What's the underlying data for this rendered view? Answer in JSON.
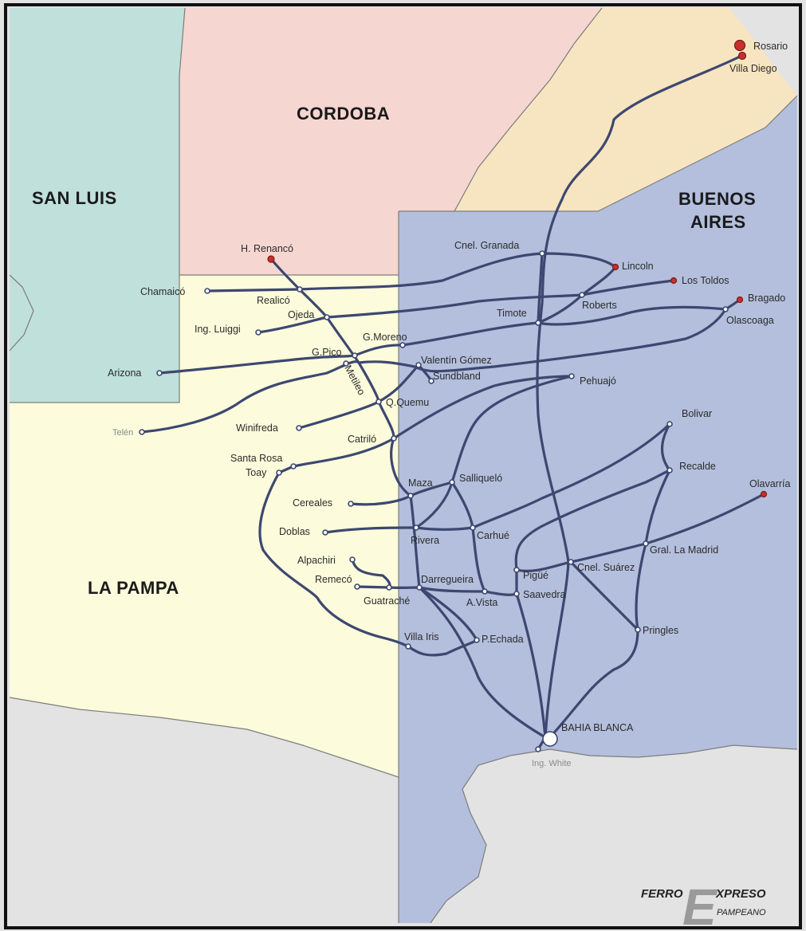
{
  "map": {
    "provinces": {
      "san_luis": "SAN LUIS",
      "cordoba": "CORDOBA",
      "buenos_aires_1": "BUENOS",
      "buenos_aires_2": "AIRES",
      "la_pampa": "LA PAMPA"
    },
    "colors": {
      "san_luis": "#bfe0db",
      "cordoba": "#f6d6d1",
      "santa_fe": "#f7e5c1",
      "buenos_aires": "#b3bfdc",
      "la_pampa": "#fcfcdc",
      "sea_outside": "#e3e3e3",
      "rail": "#3d4770",
      "terminal": "#c9302c"
    },
    "stations": {
      "rosario": "Rosario",
      "villa_diego": "Villa Diego",
      "cnel_granada": "Cnel. Granada",
      "lincoln": "Lincoln",
      "los_toldos": "Los Toldos",
      "bragado": "Bragado",
      "olascoaga": "Olascoaga",
      "roberts": "Roberts",
      "timote": "Timote",
      "h_renanco": "H. Renancó",
      "chamaico": "Chamaicó",
      "realico": "Realicó",
      "ojeda": "Ojeda",
      "ing_luiggi": "Ing. Luiggi",
      "g_moreno": "G.Moreno",
      "g_pico": "G.Pico",
      "valentin_gomez": "Valentín Gómez",
      "sundbland": "Sundbland",
      "arizona": "Arizona",
      "metileo": "Metileo",
      "pehuajo": "Pehuajó",
      "q_quemu": "Q.Quemu",
      "telen": "Telén",
      "winifreda": "Winifreda",
      "bolivar": "Bolivar",
      "catrilo": "Catriló",
      "santa_rosa": "Santa Rosa",
      "toay": "Toay",
      "recalde": "Recalde",
      "salliquelo": "Salliqueló",
      "maza": "Maza",
      "olavarria": "Olavarría",
      "cereales": "Cereales",
      "doblas": "Doblas",
      "rivera": "Rivera",
      "carhue": "Carhué",
      "gral_la_madrid": "Gral. La Madrid",
      "alpachiri": "Alpachiri",
      "remeco": "Remecó",
      "darregueira": "Darregueira",
      "pigue": "Pigüé",
      "cnel_suarez": "Cnel. Suárez",
      "guatrache": "Guatraché",
      "a_vista": "A.Vista",
      "saavedra": "Saavedra",
      "villa_iris": "Villa Iris",
      "p_echada": "P.Echada",
      "pringles": "Pringles",
      "bahia_blanca": "BAHIA BLANCA",
      "ing_white": "Ing. White"
    },
    "logo": {
      "ferro": "FERRO",
      "e": "E",
      "xpreso": "XPRESO",
      "pampeano": "PAMPEANO"
    }
  }
}
